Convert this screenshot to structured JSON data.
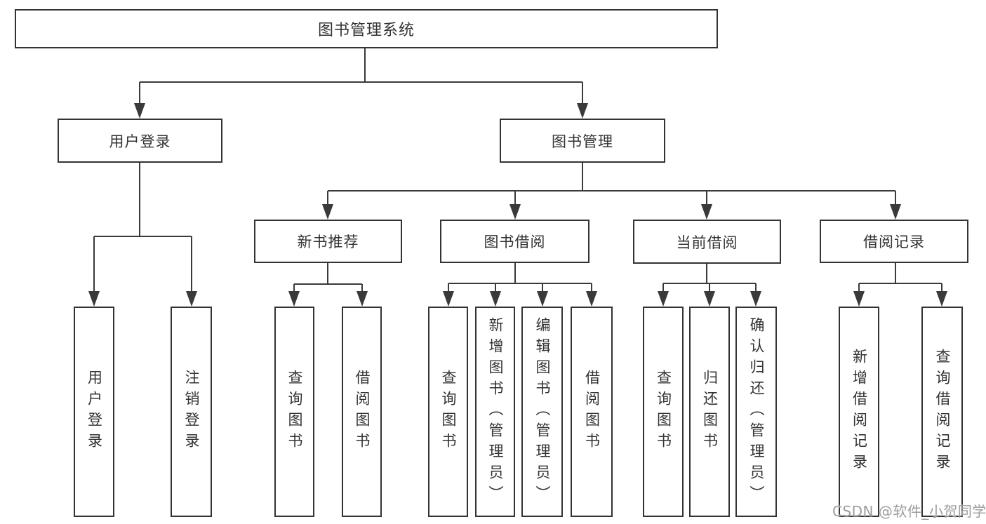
{
  "diagram": {
    "root": {
      "label": "图书管理系统"
    },
    "branches": [
      {
        "label": "用户登录",
        "children": [
          {
            "label": "用户登录"
          },
          {
            "label": "注销登录"
          }
        ]
      },
      {
        "label": "图书管理",
        "children": [
          {
            "label": "新书推荐",
            "children": [
              {
                "label": "查询图书"
              },
              {
                "label": "借阅图书"
              }
            ]
          },
          {
            "label": "图书借阅",
            "children": [
              {
                "label": "查询图书"
              },
              {
                "label": "新增图书（管理员）"
              },
              {
                "label": "编辑图书（管理员）"
              },
              {
                "label": "借阅图书"
              }
            ]
          },
          {
            "label": "当前借阅",
            "children": [
              {
                "label": "查询图书"
              },
              {
                "label": "归还图书"
              },
              {
                "label": "确认归还（管理员）"
              }
            ]
          },
          {
            "label": "借阅记录",
            "children": [
              {
                "label": "新增借阅记录"
              },
              {
                "label": "查询借阅记录"
              }
            ]
          }
        ]
      }
    ]
  },
  "watermark": {
    "text": "CSDN @软件_小贺同学"
  },
  "colors": {
    "line": "#3a3a3a",
    "border": "#333333",
    "text": "#333333",
    "background": "#ffffff",
    "watermark": "#9c9c9c"
  }
}
